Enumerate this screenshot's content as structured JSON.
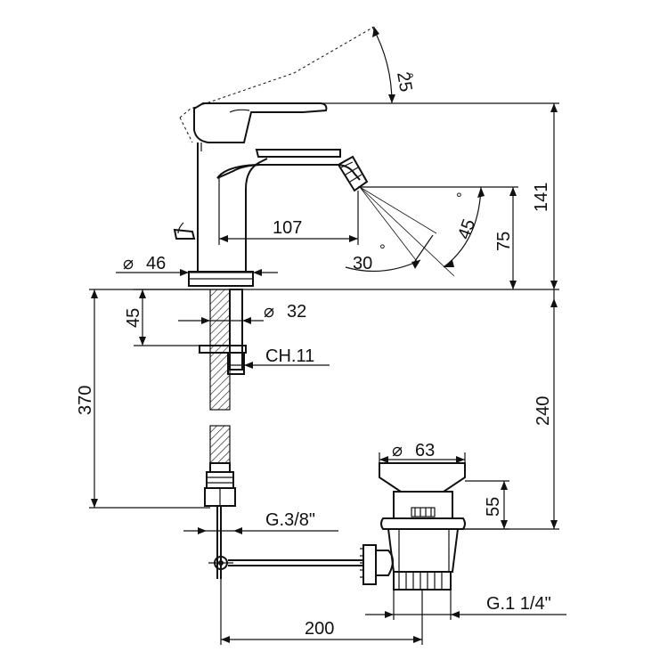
{
  "dimensions": {
    "lever_angle": "25",
    "degree_mark": "°",
    "height_top": "141",
    "spout_reach": "107",
    "spray_height": "75",
    "spray_angle_45": "45",
    "spray_angle_30": "30",
    "base_diameter": "46",
    "thread_diameter": "32",
    "shank_length": "45",
    "nut_size": "CH.11",
    "total_hose_length": "370",
    "drain_depth": "240",
    "waste_diameter": "63",
    "waste_height": "55",
    "hose_connection": "G.3/8\"",
    "waste_offset": "200",
    "waste_thread": "G.1 1/4\""
  },
  "symbols": {
    "diameter": "⌀"
  }
}
